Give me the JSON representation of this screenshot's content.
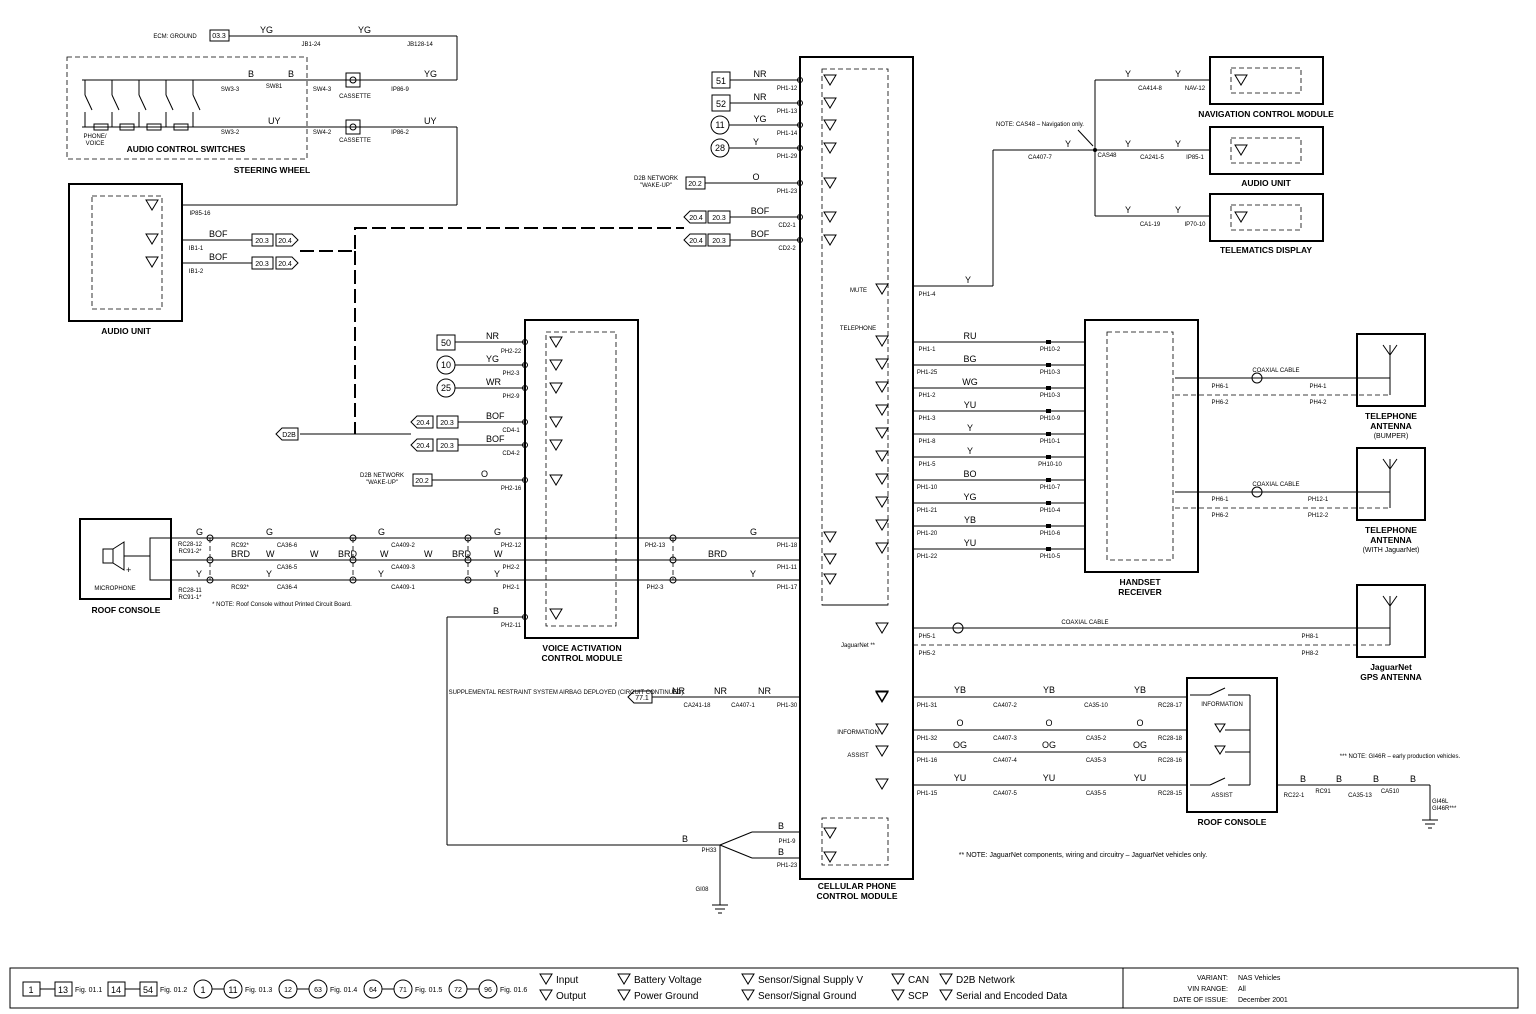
{
  "modules": {
    "cellular_phone": "CELLULAR PHONE CONTROL MODULE",
    "voice_activation": "VOICE ACTIVATION CONTROL MODULE",
    "audio_unit_left": "AUDIO UNIT",
    "roof_console_left": "ROOF CONSOLE",
    "roof_console_right": "ROOF CONSOLE",
    "handset_receiver": "HANDSET RECEIVER",
    "steering_wheel": "STEERING WHEEL",
    "audio_control_switches": "AUDIO CONTROL SWITCHES",
    "navigation_control": "NAVIGATION CONTROL MODULE",
    "audio_unit_right": "AUDIO UNIT",
    "telematics_display": "TELEMATICS DISPLAY",
    "antenna_bumper": "TELEPHONE ANTENNA (BUMPER)",
    "antenna_jaguarnet": "TELEPHONE ANTENNA (WITH JaguarNet)",
    "gps_antenna": "JaguarNet GPS ANTENNA",
    "microphone": "MICROPHONE",
    "phone_voice": "PHONE / VOICE",
    "cassette": "CASSETTE",
    "information": "INFORMATION",
    "assist": "ASSIST"
  },
  "notes": {
    "cas48": "NOTE: CAS48 – Navigation only.",
    "roof_console": "* NOTE: Roof Console without Printed Circuit Board.",
    "gi46r": "*** NOTE: GI46R – early production vehicles.",
    "jaguarnet": "** NOTE: JaguarNet components, wiring and circuitry – JaguarNet vehicles only.",
    "srs": "SUPPLEMENTAL RESTRAINT SYSTEM AIRBAG DEPLOYED (CIRCUIT CONTINUED)",
    "d2b_wake": "D2B NETWORK \"WAKE-UP\"",
    "ecm_ground": "ECM: GROUND",
    "coaxial": "COAXIAL CABLE",
    "telephone": "TELEPHONE",
    "mute": "MUTE",
    "jaguarnet_label": "JaguarNet **",
    "information_label": "INFORMATION",
    "assist_label": "ASSIST",
    "d2b": "D2B",
    "gi46r_ground": "GI46L GI46R***",
    "gi08": "GI08"
  },
  "legend": {
    "fig1": "Fig. 01.1",
    "fig2": "Fig. 01.2",
    "fig3": "Fig. 01.3",
    "fig4": "Fig. 01.4",
    "fig5": "Fig. 01.5",
    "fig6": "Fig. 01.6",
    "input": "Input",
    "output": "Output",
    "battery_voltage": "Battery Voltage",
    "power_ground": "Power Ground",
    "sensor_supply": "Sensor/Signal Supply V",
    "sensor_ground": "Sensor/Signal Ground",
    "can": "CAN",
    "scp": "SCP",
    "d2b_network": "D2B Network",
    "serial": "Serial and Encoded Data",
    "variant_label": "VARIANT:",
    "variant": "NAS Vehicles",
    "vin_label": "VIN RANGE:",
    "vin": "All",
    "date_label": "DATE OF ISSUE:",
    "date": "December 2001"
  },
  "wire_colors": [
    "YG",
    "B",
    "UY",
    "BOF",
    "NR",
    "Y",
    "O",
    "RU",
    "BG",
    "WG",
    "YU",
    "BO",
    "YB",
    "WR",
    "G",
    "W",
    "BRD",
    "OG"
  ]
}
